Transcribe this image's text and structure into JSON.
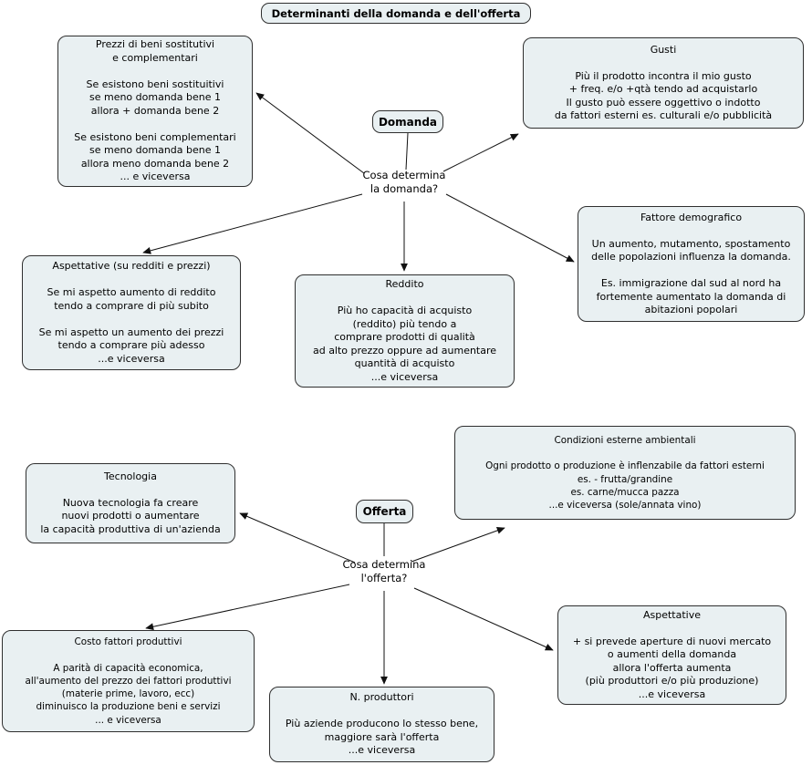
{
  "colors": {
    "background": "#ffffff",
    "box_fill": "#e9f0f2",
    "box_border": "#2f2f2f",
    "line": "#111111",
    "text": "#000000"
  },
  "title": "Determinanti della domanda e dell'offerta",
  "demand": {
    "node": "Domanda",
    "question": "Cosa determina\nla domanda?",
    "boxes": {
      "prezzi": "Prezzi di beni sostitutivi\ne complementari\n\nSe esistono beni sostituitivi\nse meno domanda bene 1\nallora + domanda bene 2\n\nSe esistono beni complementari\nse meno domanda bene 1\nallora meno domanda bene 2\n... e viceversa",
      "gusti": "Gusti\n\nPiù il prodotto incontra il mio gusto\n+ freq. e/o +qtà tendo ad acquistarlo\nIl gusto può essere oggettivo o indotto\nda fattori esterni es. culturali e/o pubblicità",
      "aspettative": "Aspettative (su redditi e prezzi)\n\nSe mi aspetto aumento di reddito\ntendo a comprare di più subito\n\nSe mi aspetto un aumento dei prezzi\ntendo a comprare più adesso\n...e viceversa",
      "reddito": "Reddito\n\nPiù ho capacità di acquisto\n(reddito) più tendo a\ncomprare prodotti di qualità\nad alto prezzo oppure ad aumentare\nquantità di acquisto\n...e viceversa",
      "fattore": "Fattore demografico\n\nUn aumento, mutamento, spostamento\ndelle popolazioni influenza la domanda.\n\nEs. immigrazione dal sud al nord ha\nfortemente aumentato la domanda di\nabitazioni popolari"
    }
  },
  "supply": {
    "node": "Offerta",
    "question": "Cosa determina\nl'offerta?",
    "boxes": {
      "tecnologia": "Tecnologia\n\nNuova tecnologia fa creare\nnuovi prodotti o aumentare\nla capacità produttiva di un'azienda",
      "condizioni": "Condizioni esterne ambientali\n\nOgni prodotto o produzione è inflenzabile da fattori esterni\nes. - frutta/grandine\nes. carne/mucca pazza\n...e viceversa (sole/annata vino)",
      "costo": "Costo fattori produttivi\n\nA parità di capacità economica,\nall'aumento del prezzo dei fattori produttivi\n(materie prime, lavoro, ecc)\ndiminuisco la produzione beni e servizi\n... e viceversa",
      "produttori": "N. produttori\n\nPiù aziende producono lo stesso bene,\nmaggiore sarà l'offerta\n...e viceversa",
      "aspettative": "Aspettative\n\n+ si prevede aperture di nuovi mercato\no aumenti della domanda\nallora l'offerta aumenta\n(più produttori e/o più produzione)\n...e viceversa"
    }
  }
}
